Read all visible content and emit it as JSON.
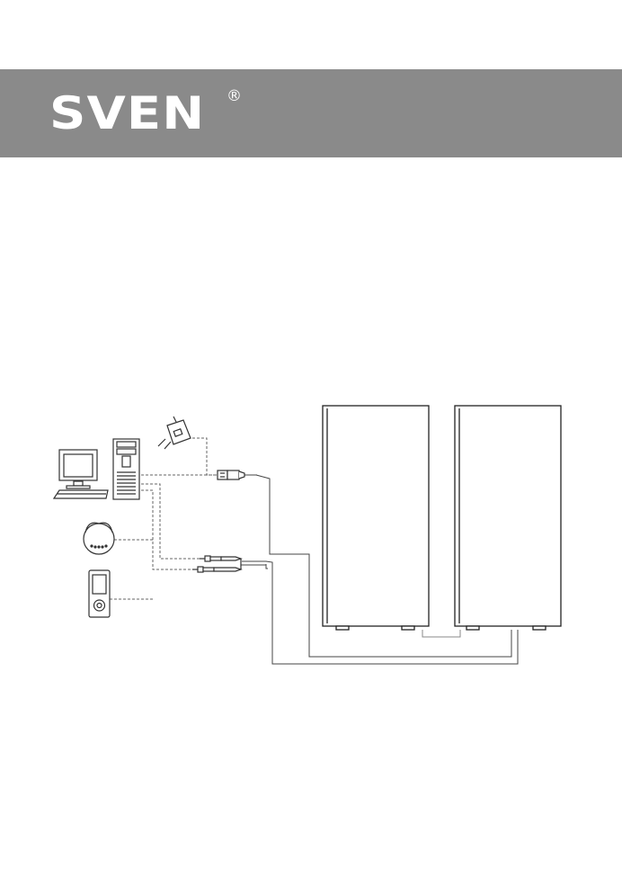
{
  "header": {
    "brand": "SVEN",
    "registered_symbol": "®",
    "band_color": "#8a8a8a",
    "text_color": "#ffffff"
  },
  "diagram": {
    "devices": [
      {
        "name": "computer-monitor-icon"
      },
      {
        "name": "keyboard-icon"
      },
      {
        "name": "pc-tower-icon"
      },
      {
        "name": "power-adapter-icon"
      },
      {
        "name": "cd-player-icon"
      },
      {
        "name": "mp3-player-icon"
      },
      {
        "name": "usb-plug-icon"
      },
      {
        "name": "audio-jack-plug-icon"
      }
    ],
    "speakers": [
      {
        "name": "left-speaker"
      },
      {
        "name": "right-speaker"
      }
    ],
    "line_color": "#444444",
    "dashed_color": "#666666"
  }
}
